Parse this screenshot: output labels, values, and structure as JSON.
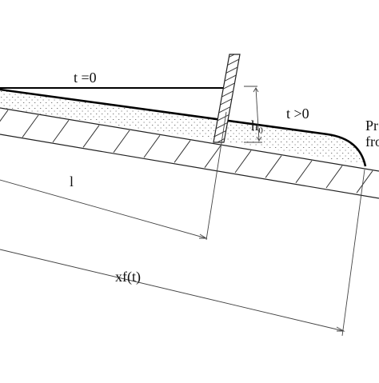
{
  "diagram": {
    "labels": {
      "t_zero": "t =0",
      "t_positive": "t >0",
      "depth": "h₀",
      "length": "l",
      "front_position": "xf(t)",
      "front_label_line1": "Pr",
      "front_label_line2": "fro"
    }
  }
}
